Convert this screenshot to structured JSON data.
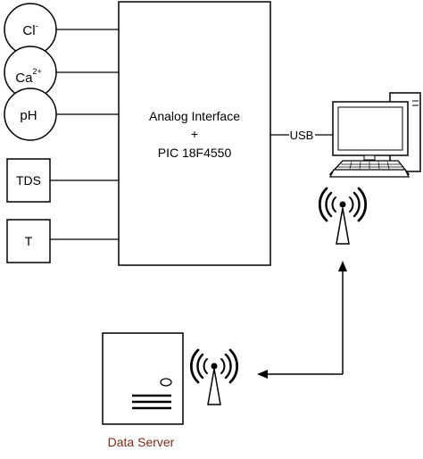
{
  "sensors": {
    "chloride": {
      "base": "Cl",
      "sup": "-"
    },
    "calcium": {
      "base": "Ca",
      "sup": "2+"
    },
    "ph": {
      "label": "pH"
    },
    "tds": {
      "label": "TDS"
    },
    "temperature": {
      "label": "T"
    }
  },
  "controller": {
    "line1": "Analog Interface",
    "line2": "+",
    "line3": "PIC 18F4550"
  },
  "link": {
    "usb": "USB"
  },
  "server": {
    "label": "Data Server"
  },
  "colors": {
    "stroke": "#000000",
    "server_label": "#7b2c1a",
    "background": "#ffffff"
  },
  "icons": [
    "computer-icon",
    "antenna-icon",
    "server-icon"
  ]
}
